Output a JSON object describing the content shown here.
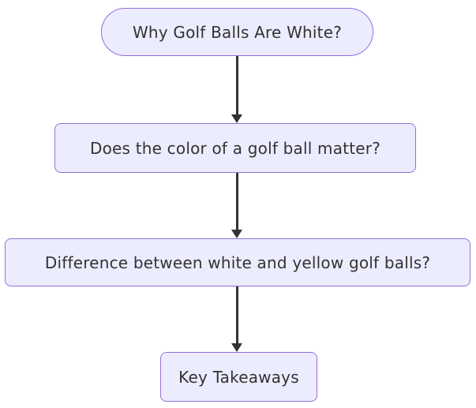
{
  "diagram": {
    "type": "flowchart",
    "direction": "top-down",
    "colors": {
      "background": "#ffffff",
      "node_fill": "#ececff",
      "node_border": "#9370db",
      "text_color": "#333333",
      "arrow_color": "#333333"
    },
    "nodes": [
      {
        "id": "n1",
        "shape": "stadium",
        "label": "Why Golf Balls Are White?"
      },
      {
        "id": "n2",
        "shape": "rounded-rect",
        "label": "Does the color of a golf ball matter?"
      },
      {
        "id": "n3",
        "shape": "rounded-rect",
        "label": "Difference between white and yellow golf balls?"
      },
      {
        "id": "n4",
        "shape": "rounded-rect",
        "label": "Key Takeaways"
      }
    ],
    "edges": [
      {
        "from": "n1",
        "to": "n2",
        "style": "arrow"
      },
      {
        "from": "n2",
        "to": "n3",
        "style": "arrow"
      },
      {
        "from": "n3",
        "to": "n4",
        "style": "arrow"
      }
    ]
  }
}
